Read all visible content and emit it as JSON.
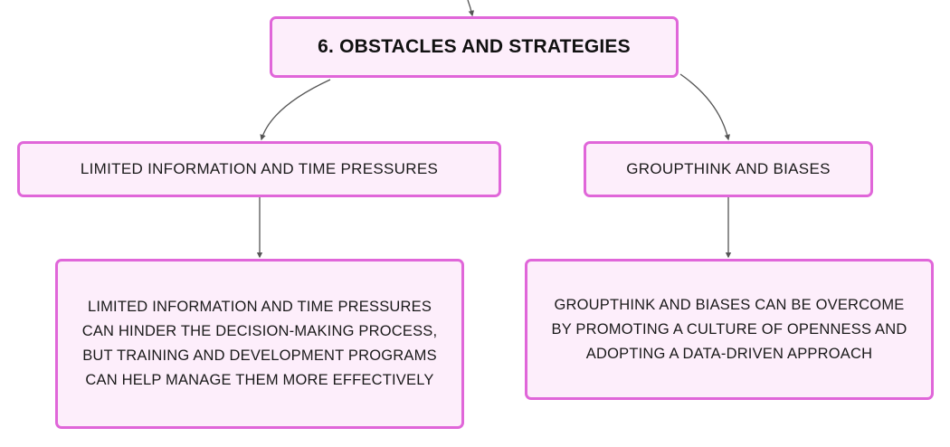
{
  "diagram": {
    "root": {
      "label": "6. OBSTACLES AND STRATEGIES"
    },
    "branches": [
      {
        "label": "LIMITED INFORMATION AND TIME PRESSURES",
        "detail": "LIMITED INFORMATION AND TIME PRESSURES CAN HINDER THE DECISION-MAKING PROCESS, BUT TRAINING AND DEVELOPMENT PROGRAMS CAN HELP MANAGE THEM MORE EFFECTIVELY"
      },
      {
        "label": "GROUPTHINK AND BIASES",
        "detail": "GROUPTHINK AND BIASES CAN BE OVERCOME BY PROMOTING A CULTURE OF OPENNESS AND ADOPTING A DATA-DRIVEN APPROACH"
      }
    ],
    "colors": {
      "node_fill": "#fdeefb",
      "node_border": "#e066d9",
      "connector": "#555555",
      "text": "#1a1a1a"
    }
  }
}
